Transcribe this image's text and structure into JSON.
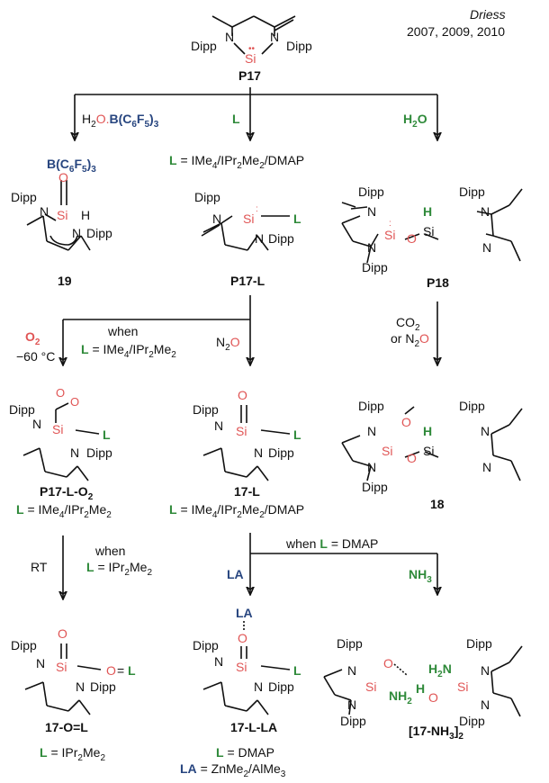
{
  "header": {
    "author": "Driess",
    "years": "2007, 2009, 2010"
  },
  "atoms": {
    "N": "N",
    "Si": "Si",
    "H": "H",
    "O": "O",
    "L": "L",
    "Dipp": "Dipp",
    "NH2": "NH",
    "LA": "LA"
  },
  "compounds": {
    "P17": "P17",
    "c19": "19",
    "P17L": "P17-L",
    "P18": "P18",
    "P17LO2": "P17-L-O",
    "c17L": "17-L",
    "c18": "18",
    "c17OL": "17-O=L",
    "c17LLA": "17-L-LA",
    "c17NH3": "[17-NH"
  },
  "reagents": {
    "h2o_bcf": {
      "a": "H",
      "b": "O.",
      "c": "B(C",
      "d": "F",
      "e": ")"
    },
    "L": "L",
    "H2O": "H",
    "B_C6F5": "B(C",
    "when": "when",
    "O2": "O",
    "temp": "−60 °C",
    "N2O": "N",
    "CO2": "CO",
    "orN2O": "or N",
    "RT": "RT",
    "when2": "when",
    "when_dmap": "when",
    "LA": "LA",
    "NH3": "NH"
  },
  "definitions": {
    "d1": "= IMe",
    "d1b": "/IPr",
    "d1c": "Me",
    "d1d": "/DMAP",
    "eq": "=",
    "IMe_IPr": "IMe",
    "IPr2Me2": "IPr",
    "DMAP": "DMAP",
    "ZnAl": "ZnMe",
    "AlMe3": "/AlMe",
    "sub2": "2",
    "sub3": "3",
    "sub4": "4",
    "sub5": "5",
    "sub6": "6"
  }
}
